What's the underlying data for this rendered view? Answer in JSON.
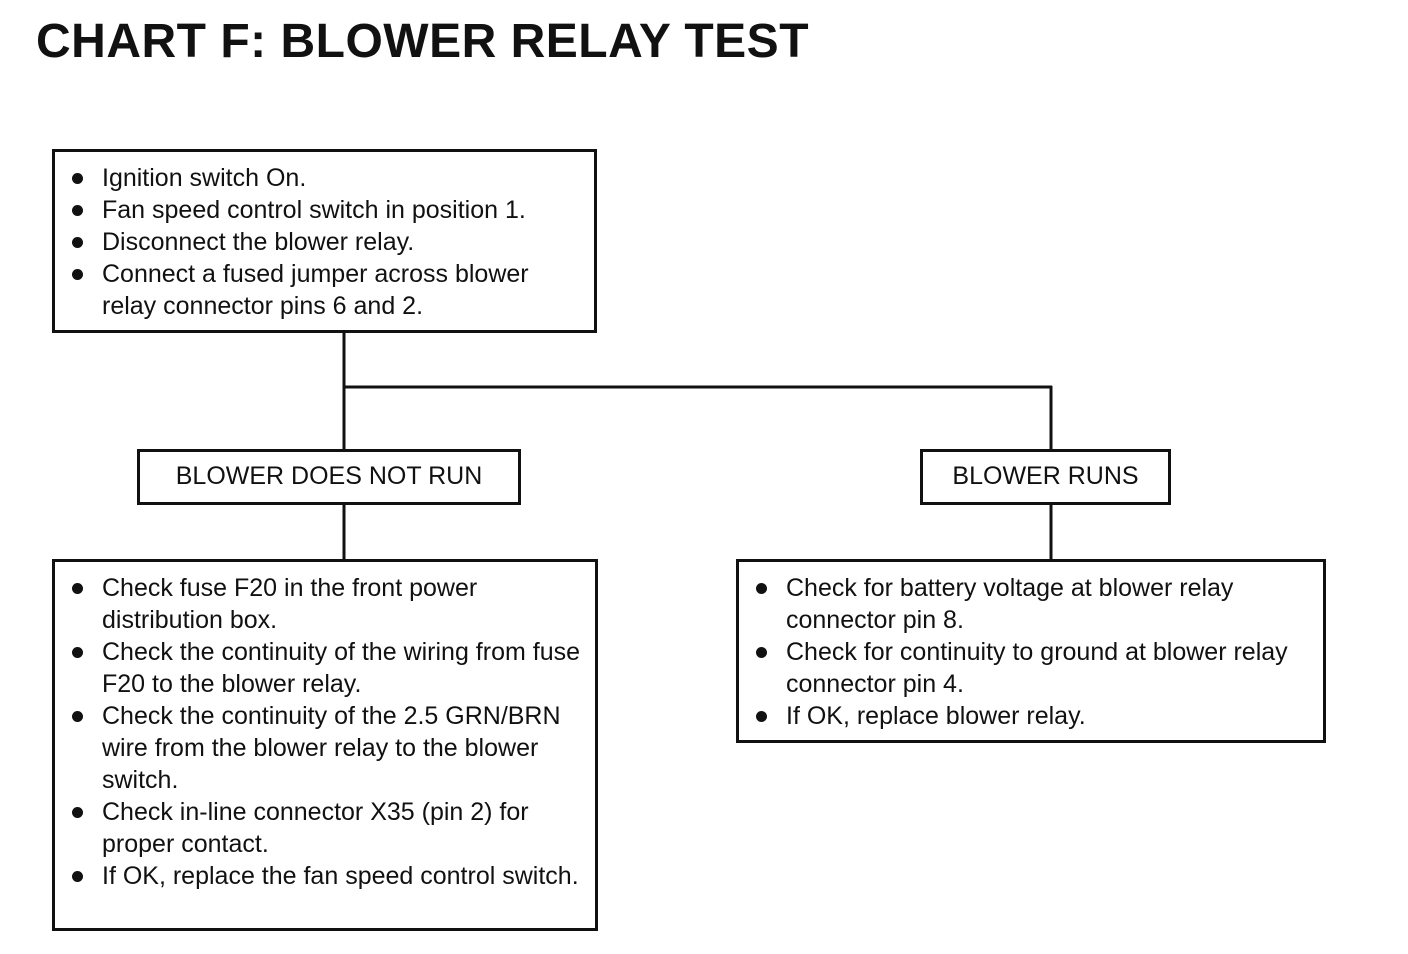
{
  "title": "CHART F: BLOWER RELAY TEST",
  "start_box": {
    "items": [
      "Ignition switch On.",
      "Fan speed control switch in position 1.",
      "Disconnect the blower relay.",
      "Connect a fused jumper across blower relay connector pins 6 and 2."
    ]
  },
  "branches": {
    "left": {
      "label": "BLOWER DOES NOT RUN",
      "items": [
        "Check fuse F20 in the front power distribution box.",
        "Check the continuity of the wiring from fuse F20 to the blower relay.",
        "Check the continuity of the 2.5 GRN/BRN wire from the blower relay to the blower switch.",
        "Check in-line connector X35 (pin 2) for proper contact.",
        "If OK, replace the fan speed control switch."
      ]
    },
    "right": {
      "label": "BLOWER RUNS",
      "items": [
        "Check for battery voltage at blower relay connector pin 8.",
        "Check for continuity to ground at blower relay connector pin 4.",
        "If OK, replace blower relay."
      ]
    }
  }
}
